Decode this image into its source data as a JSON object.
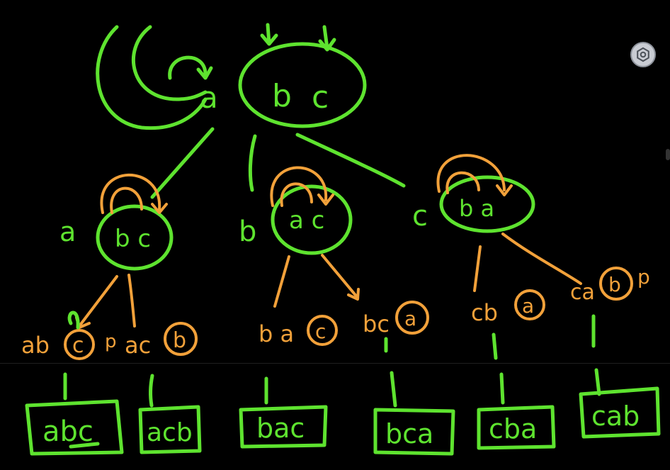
{
  "root": {
    "fixed": "a",
    "remaining": [
      "b",
      "c"
    ]
  },
  "level1": [
    {
      "fixed": "a",
      "set": "b c"
    },
    {
      "fixed": "b",
      "set": "a c"
    },
    {
      "fixed": "c",
      "set": "b a"
    }
  ],
  "level2": [
    {
      "prefix": "ab",
      "circled": "c"
    },
    {
      "prefix": "ac",
      "circled": "b"
    },
    {
      "prefix": "b a",
      "circled": "c"
    },
    {
      "prefix": "bc",
      "circled": "a"
    },
    {
      "prefix": "cb",
      "circled": "a"
    },
    {
      "prefix": "ca",
      "circled": "b"
    }
  ],
  "markers": [
    "p",
    "p"
  ],
  "results": [
    "abc",
    "acb",
    "bac",
    "bca",
    "cba",
    "cab"
  ],
  "colors": {
    "green": "#5ee32f",
    "orange": "#f2a13a",
    "background": "#000000"
  },
  "icons": [
    "settings-icon"
  ]
}
